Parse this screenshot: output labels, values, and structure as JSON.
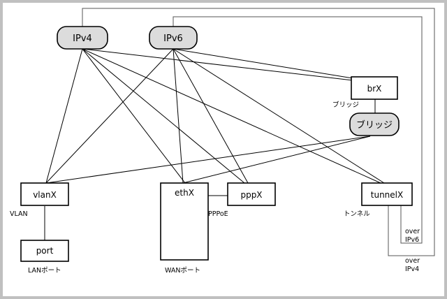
{
  "nodes": {
    "ipv4": "IPv4",
    "ipv6": "IPv6",
    "brx": "brX",
    "bridge": "ブリッジ",
    "vlanx": "vlanX",
    "ethx": "ethX",
    "pppx": "pppX",
    "tunnelx": "tunnelX",
    "port": "port"
  },
  "captions": {
    "bridge": "ブリッジ",
    "vlan": "VLAN",
    "pppoe": "PPPoE",
    "tunnel": "トンネル",
    "lan_port": "LANポート",
    "wan_port": "WANポート",
    "over_ipv6_1": "over",
    "over_ipv6_2": "IPv6",
    "over_ipv4_1": "over",
    "over_ipv4_2": "IPv4"
  }
}
